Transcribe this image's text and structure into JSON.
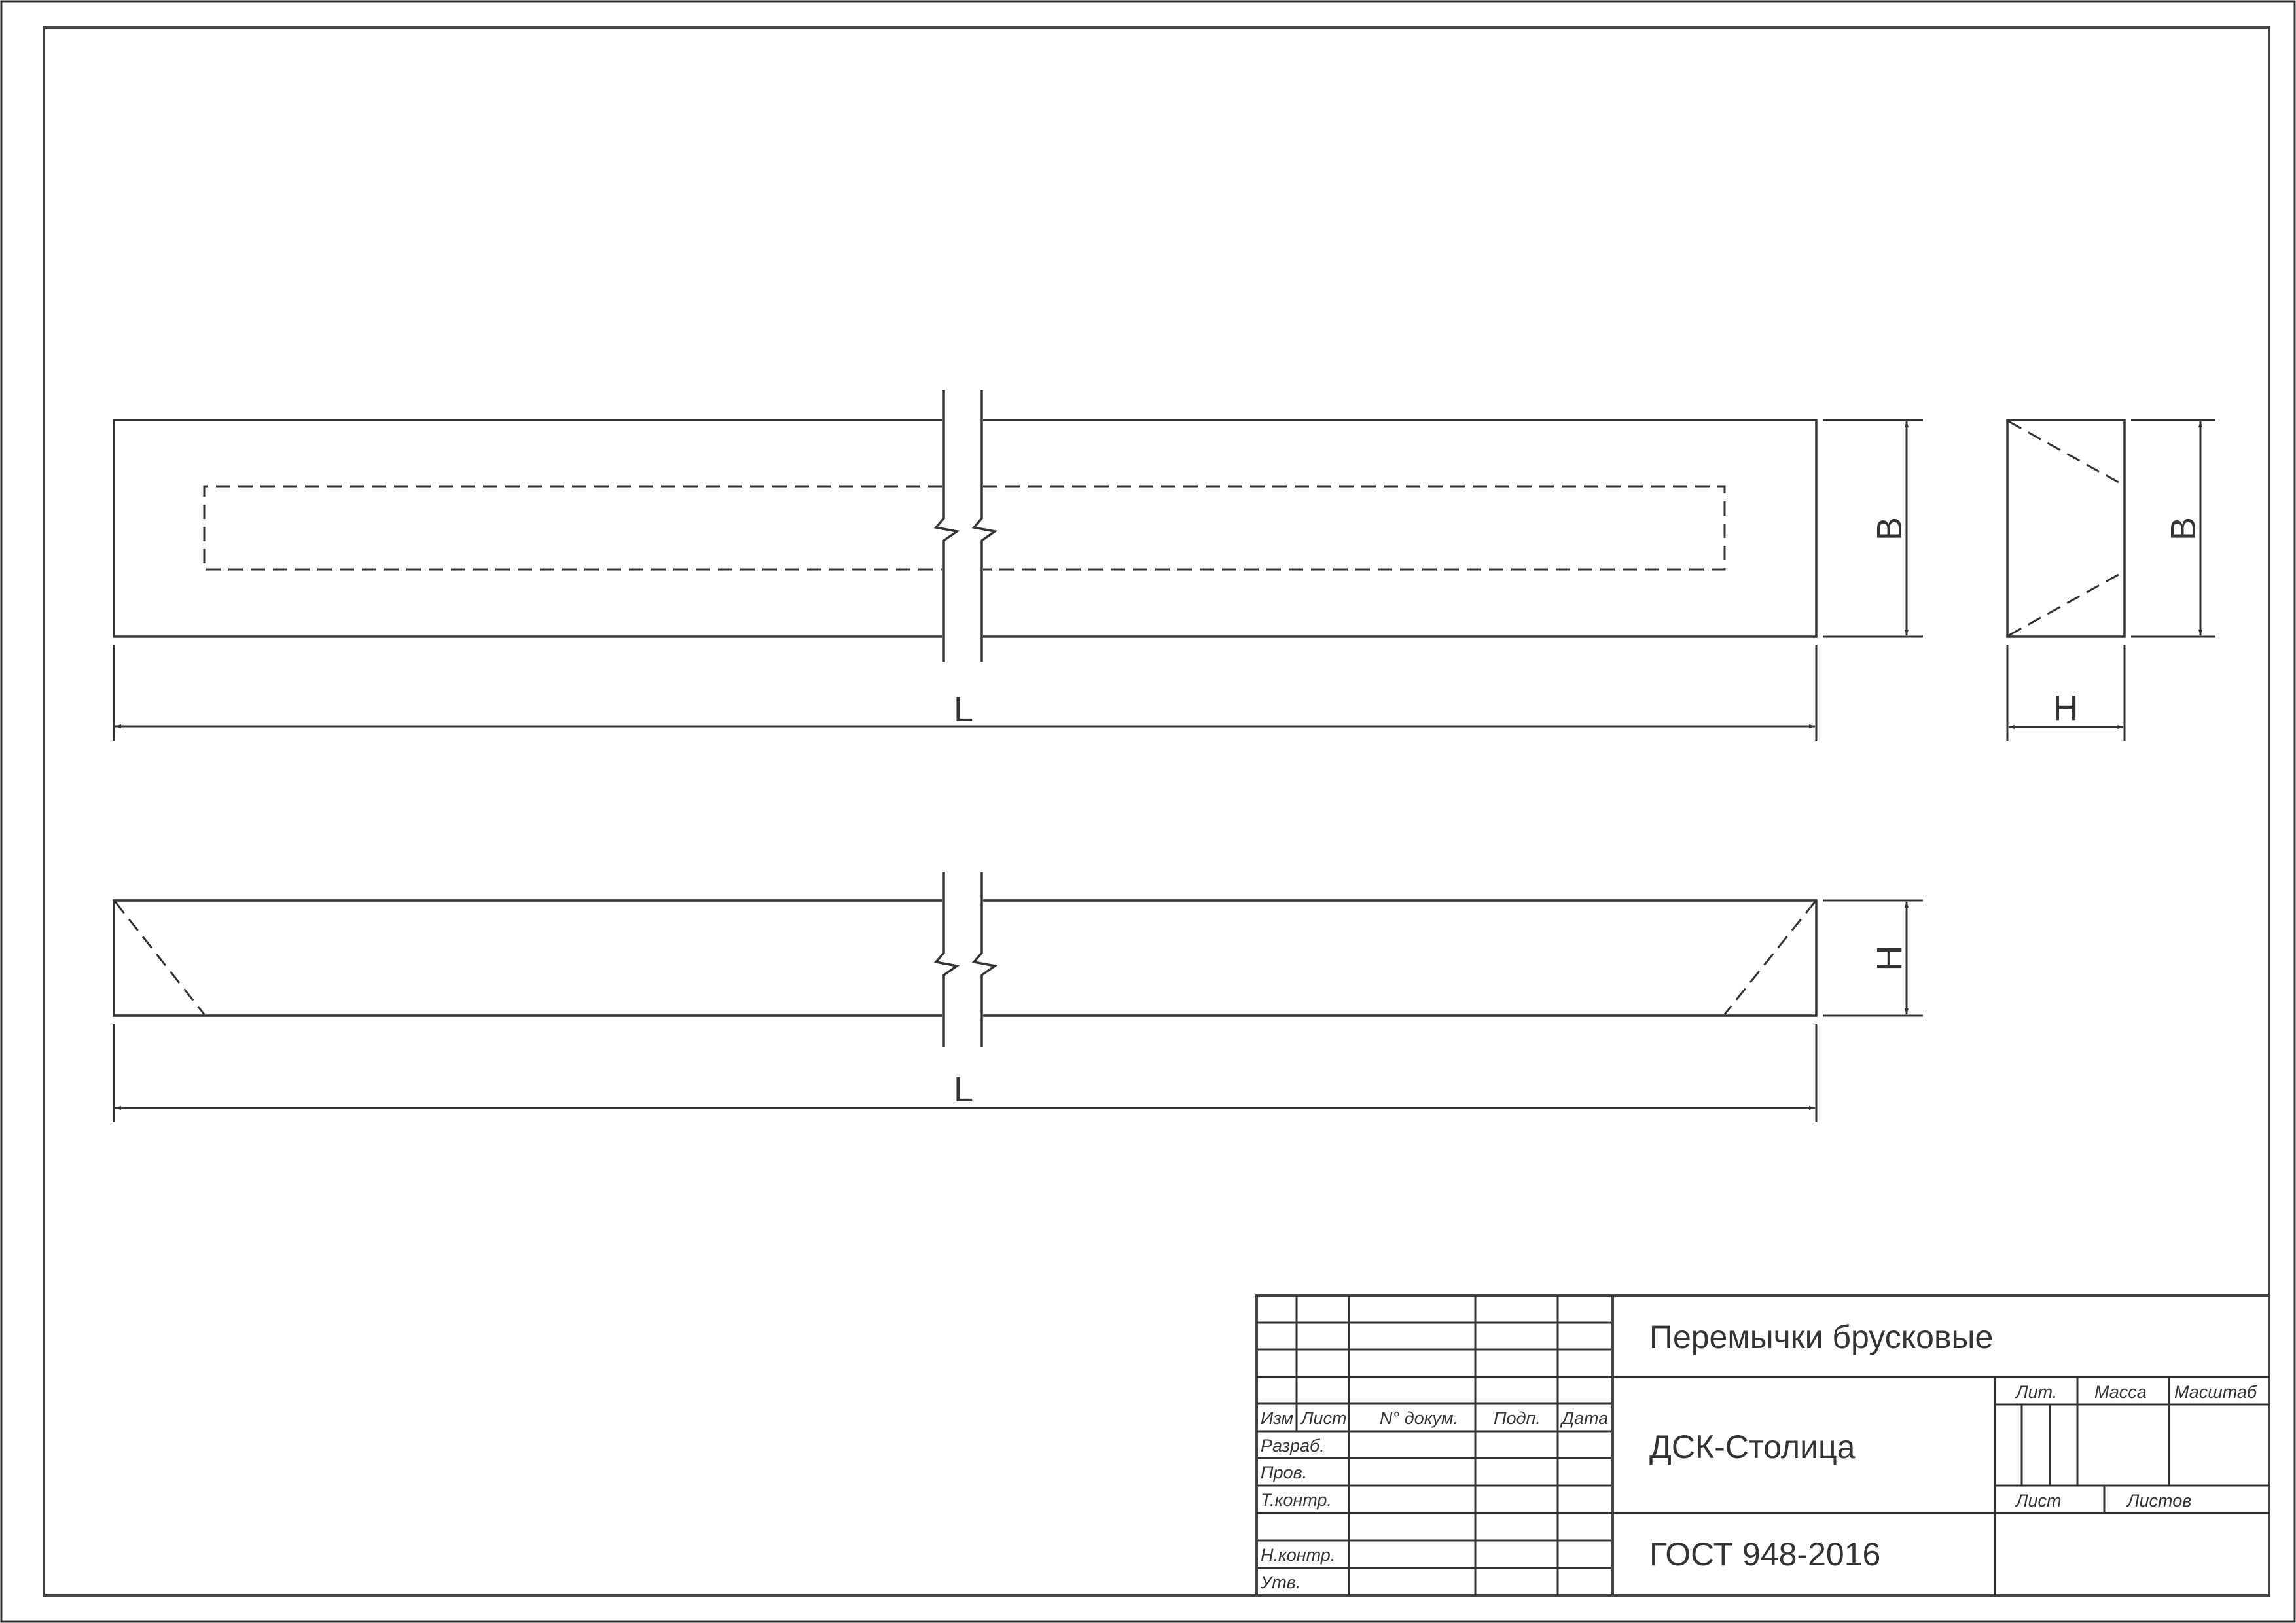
{
  "drawing": {
    "labels": {
      "length_top": "L",
      "length_bottom": "L",
      "width_top": "B",
      "width_side": "B",
      "height_side": "H",
      "height_bottom": "H"
    }
  },
  "title_block": {
    "title": "Перемычки брусковые",
    "organization": "ДСК-Столица",
    "standard": "ГОСТ 948-2016",
    "header_columns": {
      "izm": "Изм",
      "list": "Лист",
      "doc_no": "N° докум.",
      "sign": "Подп.",
      "date": "Дата"
    },
    "rows": {
      "developer": "Разраб.",
      "checked": "Пров.",
      "tech_control": "Т.контр.",
      "norm_control": "Н.контр.",
      "approved": "Утв."
    },
    "lit_label": "Лит.",
    "mass_label": "Масса",
    "scale_label": "Масштаб",
    "sheet_label": "Лист",
    "sheets_label": "Листов"
  }
}
